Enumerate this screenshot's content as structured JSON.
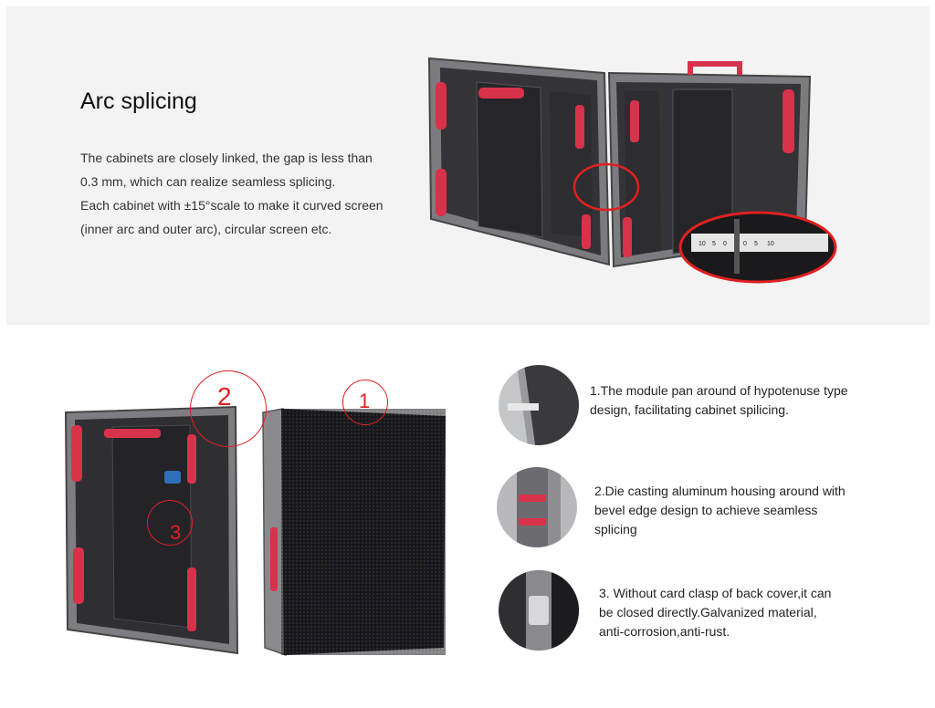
{
  "arc": {
    "title": "Arc splicing",
    "lines": [
      "The cabinets are closely linked, the gap is less than",
      "0.3 mm, which can realize seamless splicing.",
      "Each cabinet with ±15°scale to make it curved screen",
      "(inner arc and outer arc), circular screen etc."
    ]
  },
  "callouts": {
    "one": "1",
    "two": "2",
    "three": "3"
  },
  "features": [
    {
      "lines": [
        "1.The module pan around of hypotenuse type",
        "design, facilitating cabinet spilicing."
      ]
    },
    {
      "lines": [
        "2.Die casting aluminum housing around with",
        "bevel edge design to  achieve seamless",
        "splicing"
      ]
    },
    {
      "lines": [
        "3. Without card clasp of back cover,it can",
        "be closed directly.Galvanized material,",
        "anti-corrosion,anti-rust."
      ]
    }
  ],
  "colors": {
    "accent_red": "#e02020",
    "handle_red": "#d8324a",
    "panel_bg": "#f3f3f3"
  }
}
